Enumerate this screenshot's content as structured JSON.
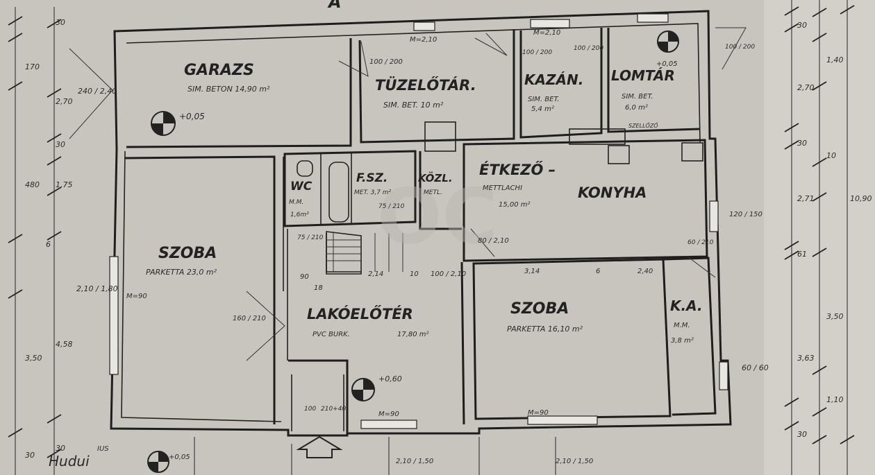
{
  "rooms": {
    "garage": {
      "name": "GARAZS",
      "finish": "SIM. BETON 14,90 m²"
    },
    "fuel": {
      "name": "TÜZELŐTÁR.",
      "finish": "SIM. BET. 10 m²"
    },
    "boiler": {
      "name": "KAZÁN.",
      "finish": "SIM. BET.",
      "area": "5,4 m²"
    },
    "storage": {
      "name": "LOMTÁR",
      "finish": "SIM. BET.",
      "area": "6,0 m²"
    },
    "wc": {
      "name": "WC",
      "finish": "M.M.",
      "area": "1,6m²"
    },
    "bath": {
      "name": "F.SZ.",
      "finish": "MET. 3,7 m²"
    },
    "corridor": {
      "name": "KÖZL.",
      "finish": "METL."
    },
    "kitchen": {
      "name1": "ÉTKEZŐ –",
      "name2": "KONYHA",
      "finish": "METTLACHI",
      "area": "15,00 m²"
    },
    "room_left": {
      "name": "SZOBA",
      "finish": "PARKETTA 23,0 m²"
    },
    "hall": {
      "name": "LAKÓELŐTÉR",
      "finish": "PVC BURK.",
      "area": "17,80 m²"
    },
    "room_right": {
      "name": "SZOBA",
      "finish": "PARKETTA 16,10 m²"
    },
    "pantry": {
      "name": "K.A.",
      "finish": "M.M.",
      "area": "3,8 m²"
    }
  },
  "labels": {
    "section": "A",
    "appliance": "SZELLŐZŐ",
    "level_garage": "+0,05",
    "level_hall": "+0,60",
    "level_storage": "+0,05",
    "level_entry": "+0,05",
    "watermark": "OC",
    "sig1": "Hudui",
    "sig2": "IUS"
  },
  "dims": {
    "g_win": "240 / 2,40",
    "fuel_win": "100 / 200",
    "mh_fuel": "M=2,10",
    "mh_kazan": "M=2,10",
    "kaz_win": "100 / 200",
    "kaz_win2": "100 / 200",
    "lom_win": "100 / 200",
    "left_win": "2,10 / 1,80",
    "door_left": "160 / 210",
    "m90_left": "M=90",
    "wc_door": "75 / 210",
    "bath_door": "75 / 210",
    "stair": "2,14",
    "hall_a": "10",
    "hall_b": "100 / 2,10",
    "d90": "90",
    "d18": "18",
    "kit_win": "120 / 150",
    "kit_side": "60 / 210",
    "k80": "80 / 2,10",
    "r314": "3,14",
    "r6": "6",
    "r240": "2,40",
    "pan_win": "60 / 60",
    "m90_bottom": "M=90",
    "m90_right": "M=90",
    "entry_a": "100",
    "entry_b": "210+40",
    "bottom_a": "2,10 / 1,50",
    "bottom_b": "2,10 / 1,50",
    "r_30a": "30",
    "r_140": "1,40",
    "r_270": "2,70",
    "r_30b": "30",
    "r_271": "2,71",
    "r_61": "61",
    "r_350": "3,50",
    "r_363": "3,63",
    "r_110": "1,10",
    "r_30c": "30",
    "r_1090": "10,90",
    "r_10": "10",
    "l_30": "30",
    "l_170": "170",
    "l_270": "2,70",
    "l_30b": "30",
    "l_480": "480",
    "l_175": "1,75",
    "l_6": "6",
    "l_458": "4,58",
    "l_350": "3,50",
    "l_30c": "30",
    "l_30d": "30"
  }
}
